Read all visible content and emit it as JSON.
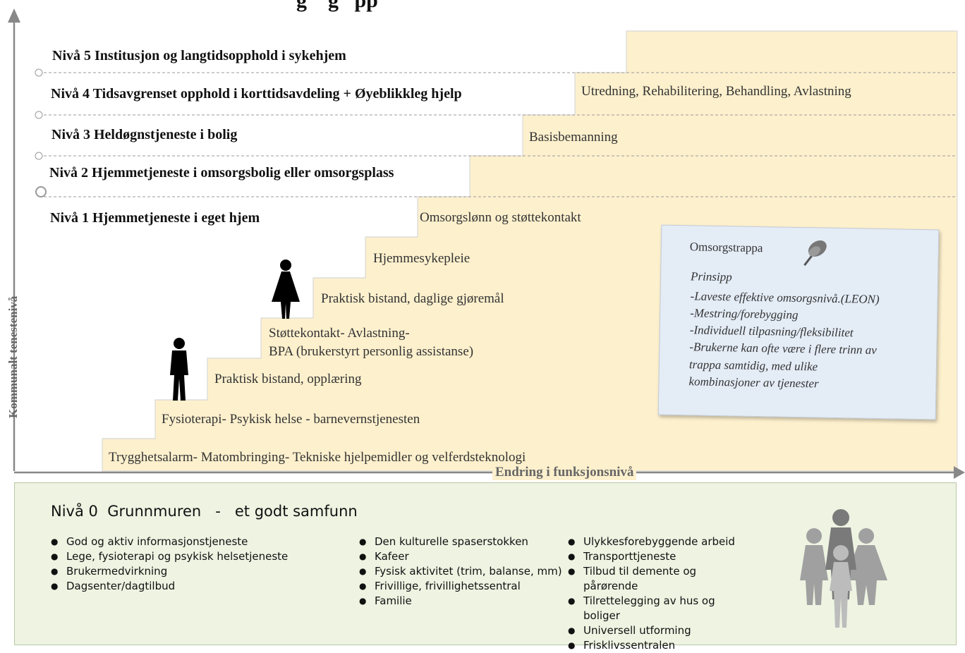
{
  "title_fragment": "g    g   pp",
  "levels": [
    {
      "label": "Nivå  5   Institusjon  og  langtidsopphold  i  sykehjem"
    },
    {
      "label": "Nivå  4   Tidsavgrenset  opphold  i  korttidsavdeling   +  Øyeblikkleg  hjelp"
    },
    {
      "label": "Nivå  3   Heldøgnstjeneste  i  bolig"
    },
    {
      "label": "Nivå  2   Hjemmetjeneste  i  omsorgsbolig  eller  omsorgsplass"
    },
    {
      "label": "Nivå 1 Hjemmetjeneste i eget hjem"
    }
  ],
  "step_labels": {
    "utredning": "Utredning, Rehabilitering, Behandling, Avlastning",
    "basis": "Basisbemanning",
    "omsorgslonn": "Omsorgslønn og støttekontakt",
    "hjemmesykepleie": "Hjemmesykepleie",
    "praktisk_daglig": "Praktisk bistand, daglige gjøremål",
    "stottekontakt_1": "Støttekontakt- Avlastning-",
    "stottekontakt_2": "BPA (brukerstyrt personlig assistanse)",
    "praktisk_opplaring": "Praktisk bistand, opplæring",
    "fysioterapi": "Fysioterapi-  Psykisk helse - barnevernstjenesten",
    "trygghet": "Trygghetsalarm-  Matombringing-  Tekniske hjelpemidler og velferdsteknologi"
  },
  "axes": {
    "y_label": "Kommunalt tenestenivå",
    "x_label": "Endring i funksjonsnivå"
  },
  "note": {
    "title": "Omsorgstrappa",
    "heading": "Prinsipp",
    "lines": [
      "-Laveste effektive omsorgsnivå.(LEON)",
      "-Mestring/forebygging",
      "-Individuell tilpasning/fleksibilitet",
      "-Brukerne kan ofte være i flere trinn av",
      "trappa samtidig, med ulike",
      "kombinasjoner av tjenester"
    ]
  },
  "ground": {
    "title": "Nivå 0  Grunnmuren   -   et godt samfunn",
    "col1": [
      "God og aktiv informasjonstjeneste",
      "Lege, fysioterapi  og psykisk helsetjeneste",
      "Brukermedvirkning",
      "Dagsenter/dagtilbud"
    ],
    "col2": [
      "Den kulturelle spaserstokken",
      "Kafeer",
      "Fysisk aktivitet (trim, balanse, mm)",
      "Frivillige, frivillighetssentral",
      "Familie"
    ],
    "col3": [
      "Ulykkesforebyggende  arbeid",
      "Transporttjeneste",
      "Tilbud til demente og pårørende",
      "Tilrettelegging  av hus og boliger",
      "Universell  utforming",
      "Frisklivssentralen"
    ]
  },
  "colors": {
    "stair_fill": "#fdf0cd",
    "ground_fill": "#eef3e2",
    "note_fill": "#e4ecf6"
  }
}
